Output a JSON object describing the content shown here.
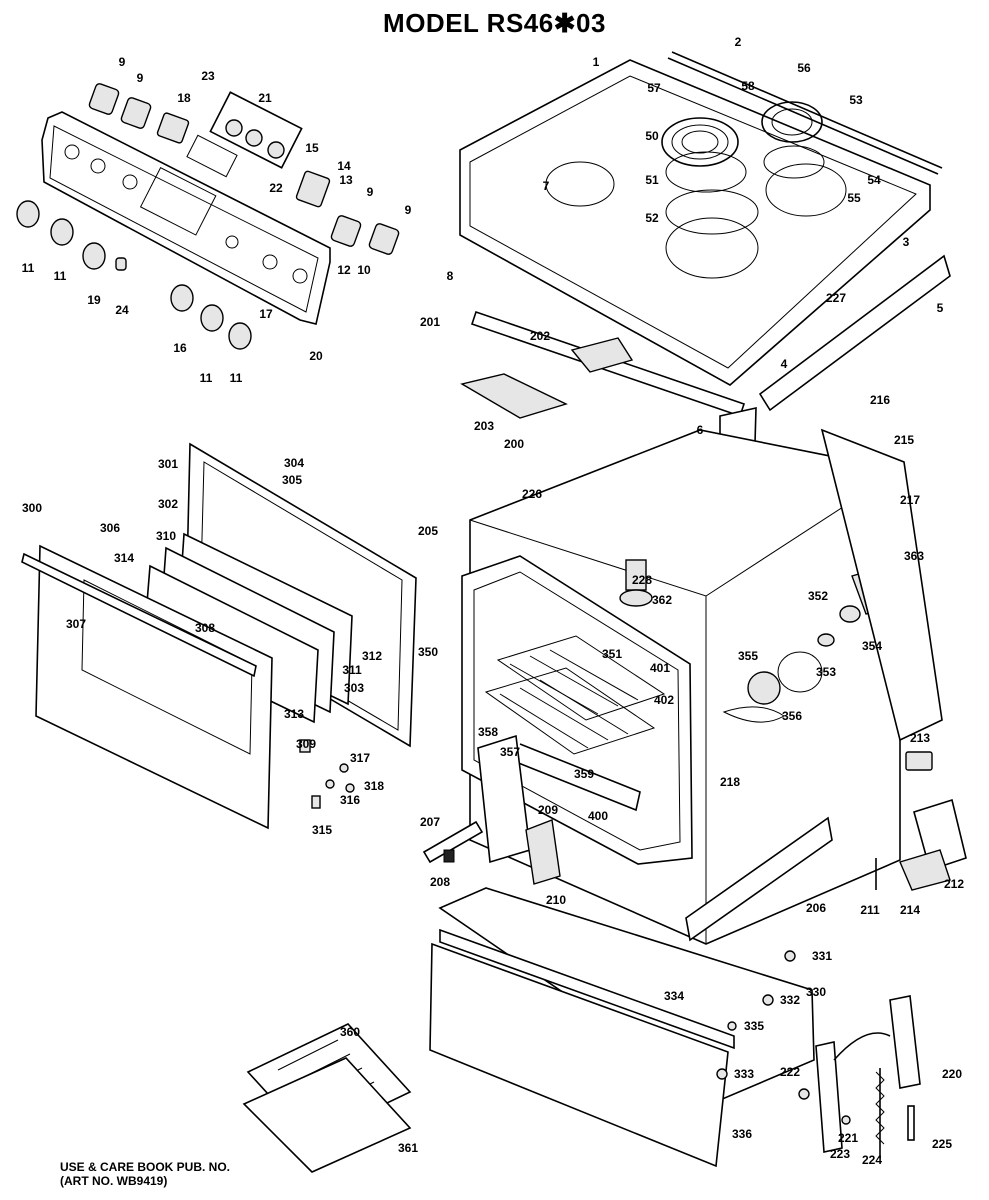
{
  "title": "MODEL RS46✱03",
  "footer": {
    "line1": "USE & CARE BOOK PUB. NO.",
    "line2": "(ART  NO.  WB9419)"
  },
  "part_labels": [
    "1",
    "2",
    "3",
    "4",
    "5",
    "6",
    "8",
    "9",
    "9",
    "9",
    "9",
    "10",
    "11",
    "11",
    "11",
    "11",
    "12",
    "13",
    "14",
    "15",
    "16",
    "17",
    "18",
    "19",
    "20",
    "21",
    "22",
    "23",
    "24",
    "50",
    "51",
    "52",
    "53",
    "54",
    "55",
    "56",
    "57",
    "58",
    "7",
    "200",
    "201",
    "202",
    "203",
    "205",
    "206",
    "207",
    "208",
    "209",
    "210",
    "211",
    "212",
    "213",
    "214",
    "215",
    "216",
    "217",
    "218",
    "220",
    "221",
    "222",
    "223",
    "224",
    "225",
    "226",
    "227",
    "228",
    "300",
    "301",
    "302",
    "303",
    "304",
    "305",
    "306",
    "307",
    "308",
    "309",
    "310",
    "311",
    "312",
    "313",
    "314",
    "315",
    "316",
    "317",
    "318",
    "330",
    "331",
    "332",
    "333",
    "334",
    "335",
    "336",
    "350",
    "351",
    "352",
    "353",
    "354",
    "355",
    "356",
    "357",
    "358",
    "359",
    "360",
    "361",
    "362",
    "363",
    "400",
    "401",
    "402"
  ]
}
